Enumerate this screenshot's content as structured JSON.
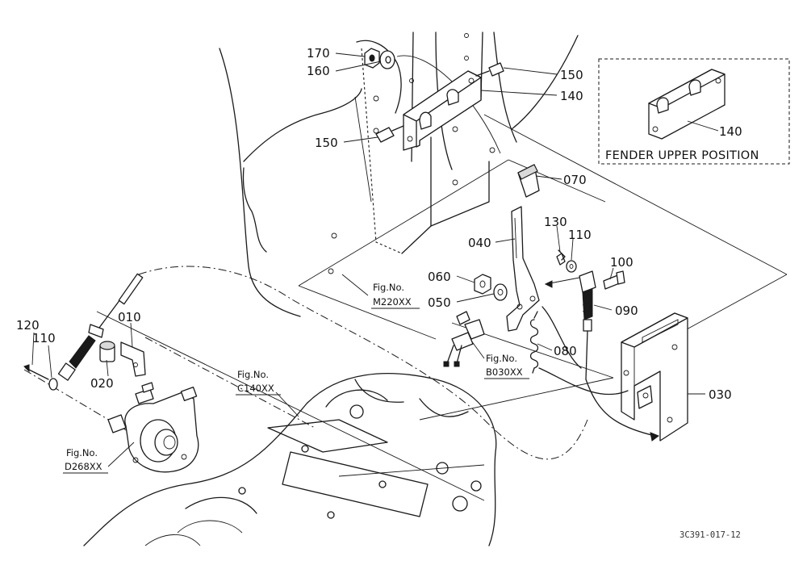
{
  "callouts": {
    "p170": "170",
    "p160": "160",
    "p150a": "150",
    "p140": "140",
    "p150b": "150",
    "p070": "070",
    "p130": "130",
    "p110a": "110",
    "p100": "100",
    "p040": "040",
    "p060": "060",
    "p050": "050",
    "p090": "090",
    "p080": "080",
    "p030": "030",
    "p010": "010",
    "p120": "120",
    "p110b": "110",
    "p020": "020"
  },
  "figure_refs": {
    "m220_prefix": "Fig.No.",
    "m220_code": "M220XX",
    "b030_prefix": "Fig.No.",
    "b030_code": "B030XX",
    "c140_prefix": "Fig.No.",
    "c140_code": "C140XX",
    "d268_prefix": "Fig.No.",
    "d268_code": "D268XX"
  },
  "inset": {
    "part": "140",
    "caption": "FENDER UPPER POSITION"
  },
  "drawing_number": "3C391-017-12"
}
